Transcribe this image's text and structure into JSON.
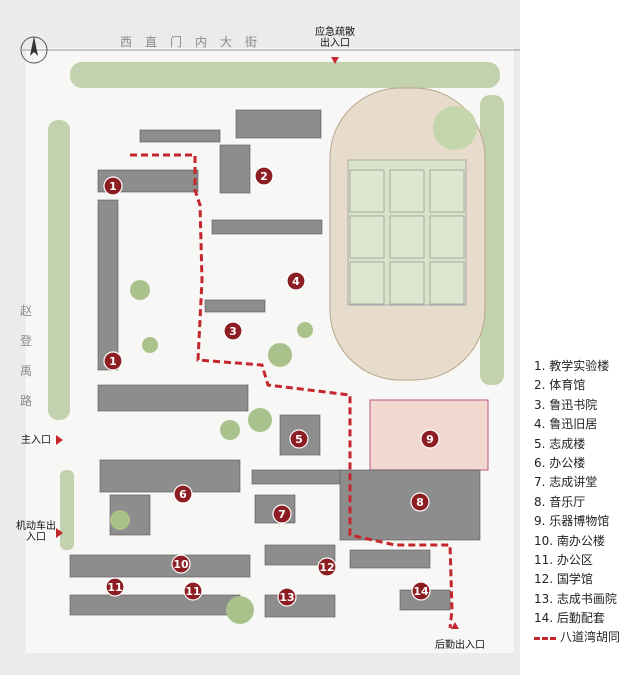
{
  "map": {
    "street_north": "西直门内大街",
    "street_west": "赵登禹路",
    "entrances": {
      "emergency": "应急疏散出入口",
      "main": "主入口",
      "vehicle": "机动车出入口",
      "service": "后勤出入口"
    },
    "building_badges": [
      "1",
      "1",
      "2",
      "3",
      "4",
      "5",
      "6",
      "7",
      "8",
      "9",
      "10",
      "11",
      "11",
      "12",
      "13",
      "14"
    ],
    "route_color": "#c4262e",
    "badge_color": "#8c1d22"
  },
  "legend": {
    "items": [
      "1. 教学实验楼",
      "2. 体育馆",
      "3. 鲁迅书院",
      "4. 鲁迅旧居",
      "5. 志成楼",
      "6. 办公楼",
      "7. 志成讲堂",
      "8. 音乐厅",
      "9. 乐器博物馆",
      "10. 南办公楼",
      "11. 办公区",
      "12. 国学馆",
      "13. 志成书画院",
      "14. 后勤配套"
    ],
    "route_label": "八道湾胡同"
  }
}
